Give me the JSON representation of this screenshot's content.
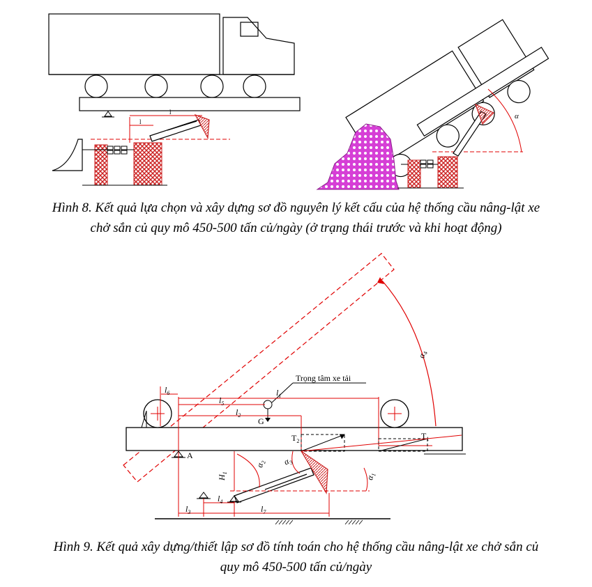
{
  "figure8": {
    "caption_line1": "Hình 8. Kết quả lựa chọn và xây dựng sơ đồ nguyên lý kết cấu của hệ thống cầu nâng-lật xe",
    "caption_line2": "chở sắn củ quy mô 450-500 tấn củ/ngày (ở trạng thái trước và khi hoạt động)",
    "label_l1": "l",
    "label_l2": "l",
    "label_alpha": "α"
  },
  "figure9": {
    "caption_line1": "Hình 9. Kết quả xây dựng/thiết lập sơ đồ tính toán cho hệ thống cầu nâng-lật xe chở sắn củ",
    "caption_line2": "quy mô 450-500 tấn củ/ngày",
    "center_of_gravity_label": "Trọng tâm xe tải",
    "label_A": "A",
    "label_G": "G",
    "label_T1": "T",
    "label_T1_sub": "1",
    "label_T2": "T",
    "label_T2_sub": "2",
    "label_H1": "H",
    "label_H1_sub": "1",
    "label_l1": "l",
    "label_l1_sub": "1",
    "label_l2": "l",
    "label_l2_sub": "2",
    "label_l3": "l",
    "label_l3_sub": "3",
    "label_l4": "l",
    "label_l4_sub": "4",
    "label_l5": "l",
    "label_l5_sub": "5",
    "label_l6": "l",
    "label_l6_sub": "6",
    "label_l7": "l",
    "label_l7_sub": "7",
    "label_alpha1": "α",
    "label_alpha1_sub": "1",
    "label_alpha2": "α",
    "label_alpha2_sub": "2",
    "label_alpha3": "α",
    "label_alpha3_sub": "3",
    "label_alpha4": "α",
    "label_alpha4_sub": "4"
  },
  "colors": {
    "dimension_red": "#e00000",
    "brick_red": "#cc2222",
    "cassava_pink": "#d63fd6",
    "line_black": "#000000"
  }
}
